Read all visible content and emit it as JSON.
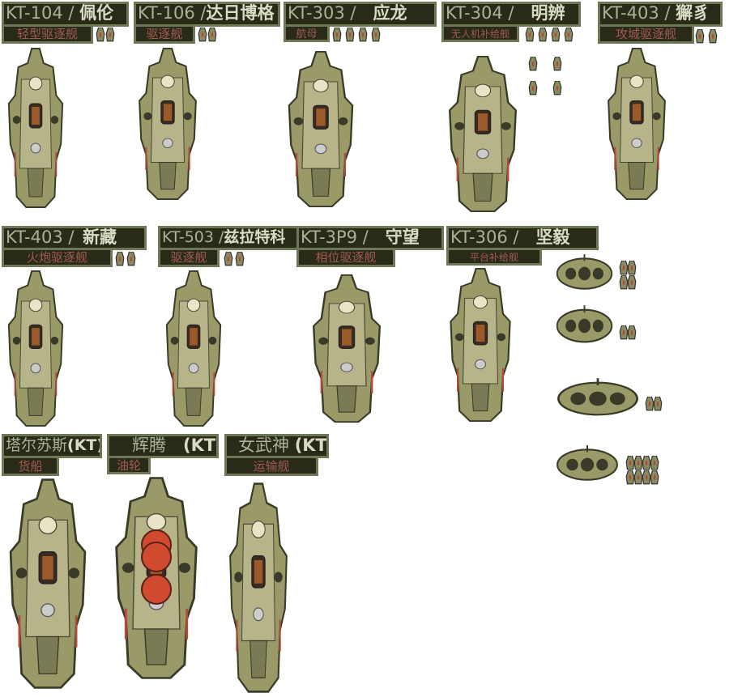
{
  "ships": [
    {
      "code": "KT-104 /",
      "name": "佩伦",
      "class": "轻型驱逐舰"
    },
    {
      "code": "KT-106 /",
      "name": "达日博格",
      "class": "驱逐舰"
    },
    {
      "code": "KT-303 /",
      "name": "应龙",
      "class": "航母"
    },
    {
      "code": "KT-304 /",
      "name": "明辨",
      "class": "无人机补给舰"
    },
    {
      "code": "KT-403 /",
      "name": "獬豸",
      "class": "攻城驱逐舰"
    },
    {
      "code": "KT-403 /",
      "name": "新藏",
      "class": "火炮驱逐舰"
    },
    {
      "code": "KT-503 /",
      "name": "兹拉特科",
      "class": "驱逐舰"
    },
    {
      "code": "KT-3P9 /",
      "name": "守望",
      "class": "相位驱逐舰"
    },
    {
      "code": "KT-306 /",
      "name": "坚毅",
      "class": "平台补给舰"
    },
    {
      "code": "(KT)",
      "name": "塔尔苏斯",
      "class": "货船"
    },
    {
      "code": "(KT)",
      "name": "辉腾",
      "class": "油轮"
    },
    {
      "code": "(KT)",
      "name": "女武神",
      "class": "运输舰"
    }
  ],
  "colors": {
    "panel": "#2a2a18",
    "border": "#6d7858",
    "title": "#a9b395",
    "subtitle": "#a05a52",
    "hull": "#9a9a68",
    "tank": "#d04a30"
  }
}
